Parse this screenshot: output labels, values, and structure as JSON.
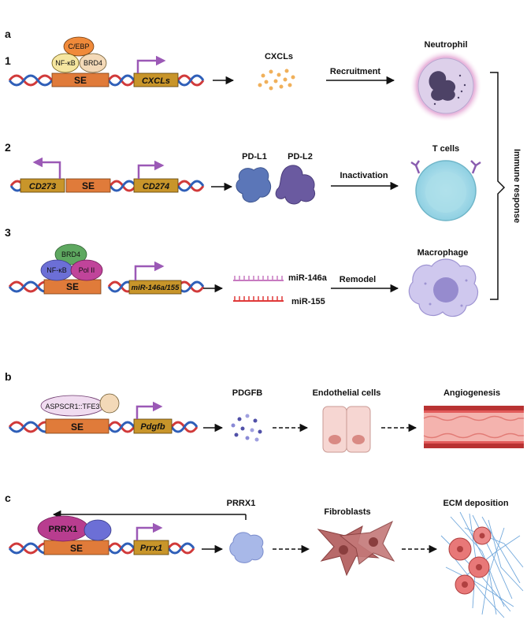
{
  "panels": {
    "a": "a",
    "b": "b",
    "c": "c"
  },
  "rows": {
    "r1": {
      "num": "1",
      "factors": [
        "C/EBP",
        "NF-κB",
        "BRD4"
      ],
      "se": "SE",
      "gene": "CXCLs",
      "product": "CXCLs",
      "action": "Recruitment",
      "cell": "Neutrophil"
    },
    "r2": {
      "num": "2",
      "gene_left": "CD273",
      "se": "SE",
      "gene_right": "CD274",
      "product1": "PD-L1",
      "product2": "PD-L2",
      "action": "Inactivation",
      "cell": "T cells"
    },
    "r3": {
      "num": "3",
      "factors": [
        "BRD4",
        "NF-κB",
        "Pol II"
      ],
      "se": "SE",
      "gene": "miR-146a/155",
      "product1": "miR-146a",
      "product2": "miR-155",
      "action": "Remodel",
      "cell": "Macrophage"
    }
  },
  "immune_response": "Immune response",
  "panel_b": {
    "factor": "ASPSCR1::TFE3",
    "se": "SE",
    "gene": "Pdgfb",
    "product": "PDGFB",
    "cell": "Endothelial cells",
    "outcome": "Angiogenesis"
  },
  "panel_c": {
    "factor": "PRRX1",
    "se": "SE",
    "gene": "Prrx1",
    "product": "PRRX1",
    "cell": "Fibroblasts",
    "outcome": "ECM deposition"
  },
  "colors": {
    "se_box": "#e07b3a",
    "gene_box": "#c8952a",
    "promoter_arrow": "#9b59b6",
    "dna_red": "#d13a3a",
    "dna_blue": "#2f5fb8",
    "cebp": "#f08a3a",
    "nfkb": "#f5e6a0",
    "brd4_r1": "#f3d9b8",
    "brd4_r3": "#5ea860",
    "nfkb_r3": "#6c6fd6",
    "polii": "#c0449a",
    "prrx1": "#b83d8f"
  }
}
